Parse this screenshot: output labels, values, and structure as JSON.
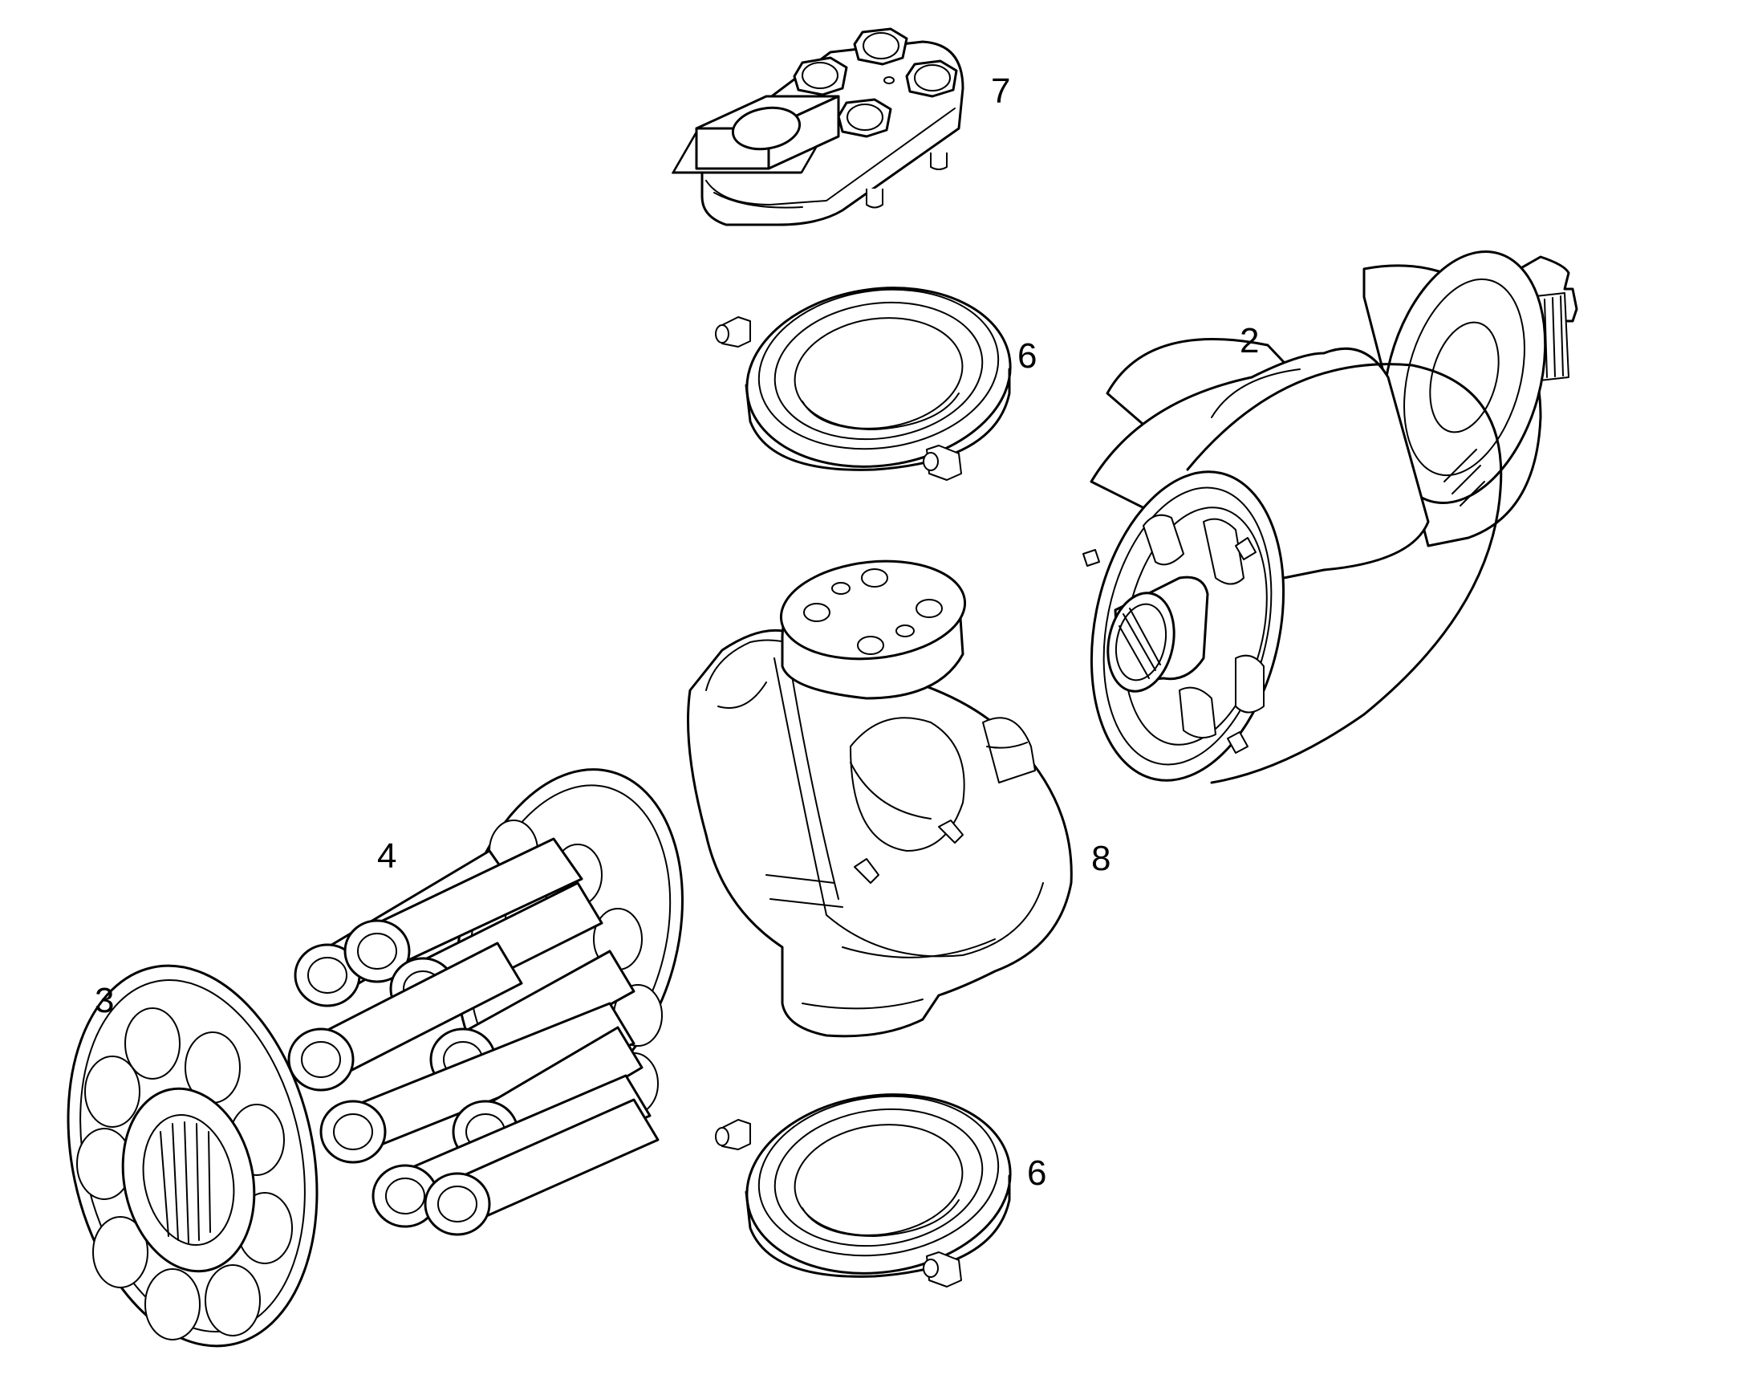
{
  "labels": {
    "part_7": "7",
    "part_6_top": "6",
    "part_2": "2",
    "part_4": "4",
    "part_8": "8",
    "part_3": "3",
    "part_6_bottom": "6"
  },
  "colors": {
    "line": "#000000",
    "background": "#ffffff"
  }
}
